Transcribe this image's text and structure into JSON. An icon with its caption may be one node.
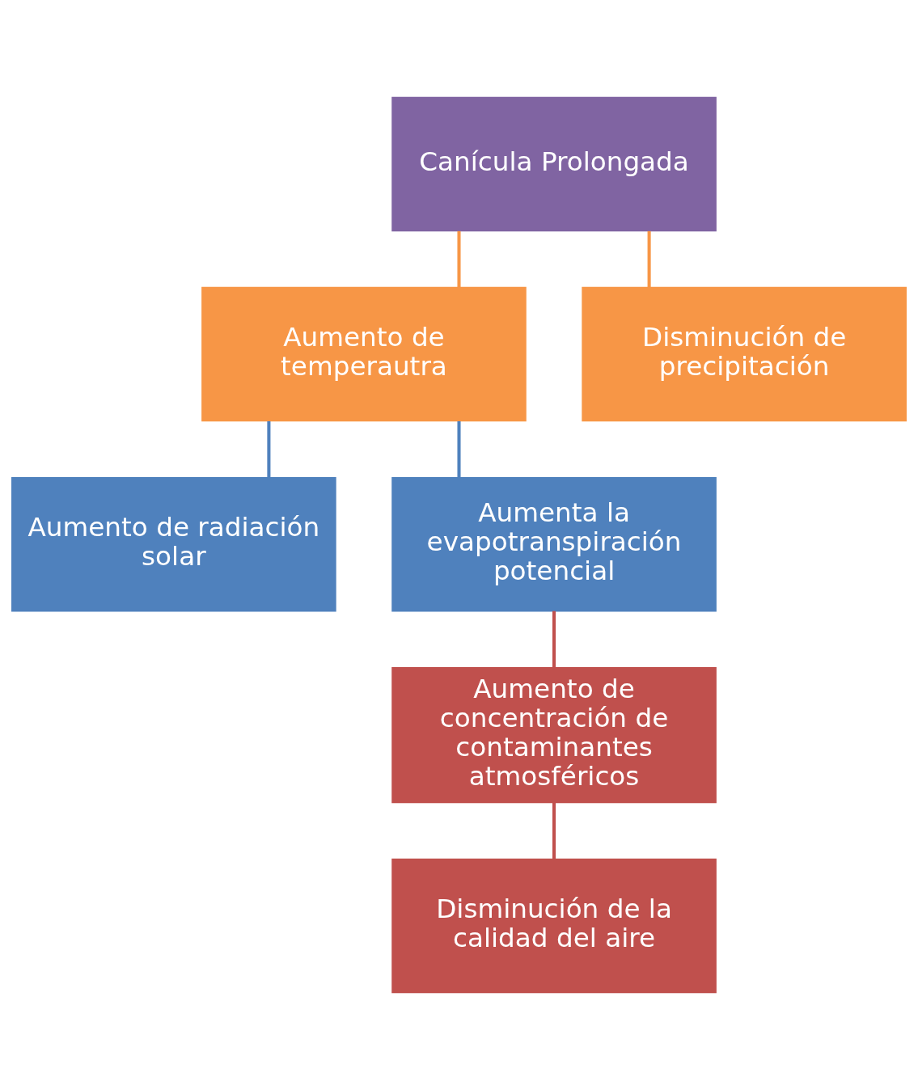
{
  "diagram": {
    "nodes": [
      {
        "text": [
          "Canícula Prolongada"
        ]
      },
      {
        "text": [
          "Aumento de temperautra"
        ]
      },
      {
        "text": [
          "Disminución de precipitación"
        ]
      },
      {
        "text": [
          "Aumento de radiación solar"
        ]
      },
      {
        "text": [
          "Aumenta la evapotranspiración potencial"
        ]
      },
      {
        "text": [
          "Aumento de concentración de contaminantes atmosféricos"
        ]
      },
      {
        "text": [
          "Disminución de la calidad del aire"
        ]
      }
    ],
    "edges": [
      {
        "from": 0,
        "to": 1,
        "arrow": "none",
        "color": "#f79646"
      },
      {
        "from": 0,
        "to": 2,
        "arrow": "none",
        "color": "#f79646"
      },
      {
        "from": 1,
        "to": 3,
        "arrow": "none",
        "color": "#4f81bd"
      },
      {
        "from": 1,
        "to": 4,
        "arrow": "none",
        "color": "#4f81bd"
      },
      {
        "from": 4,
        "to": 5,
        "arrow": "none",
        "color": "#c0504d"
      },
      {
        "from": 5,
        "to": 6,
        "arrow": "none",
        "color": "#c0504d"
      }
    ]
  }
}
